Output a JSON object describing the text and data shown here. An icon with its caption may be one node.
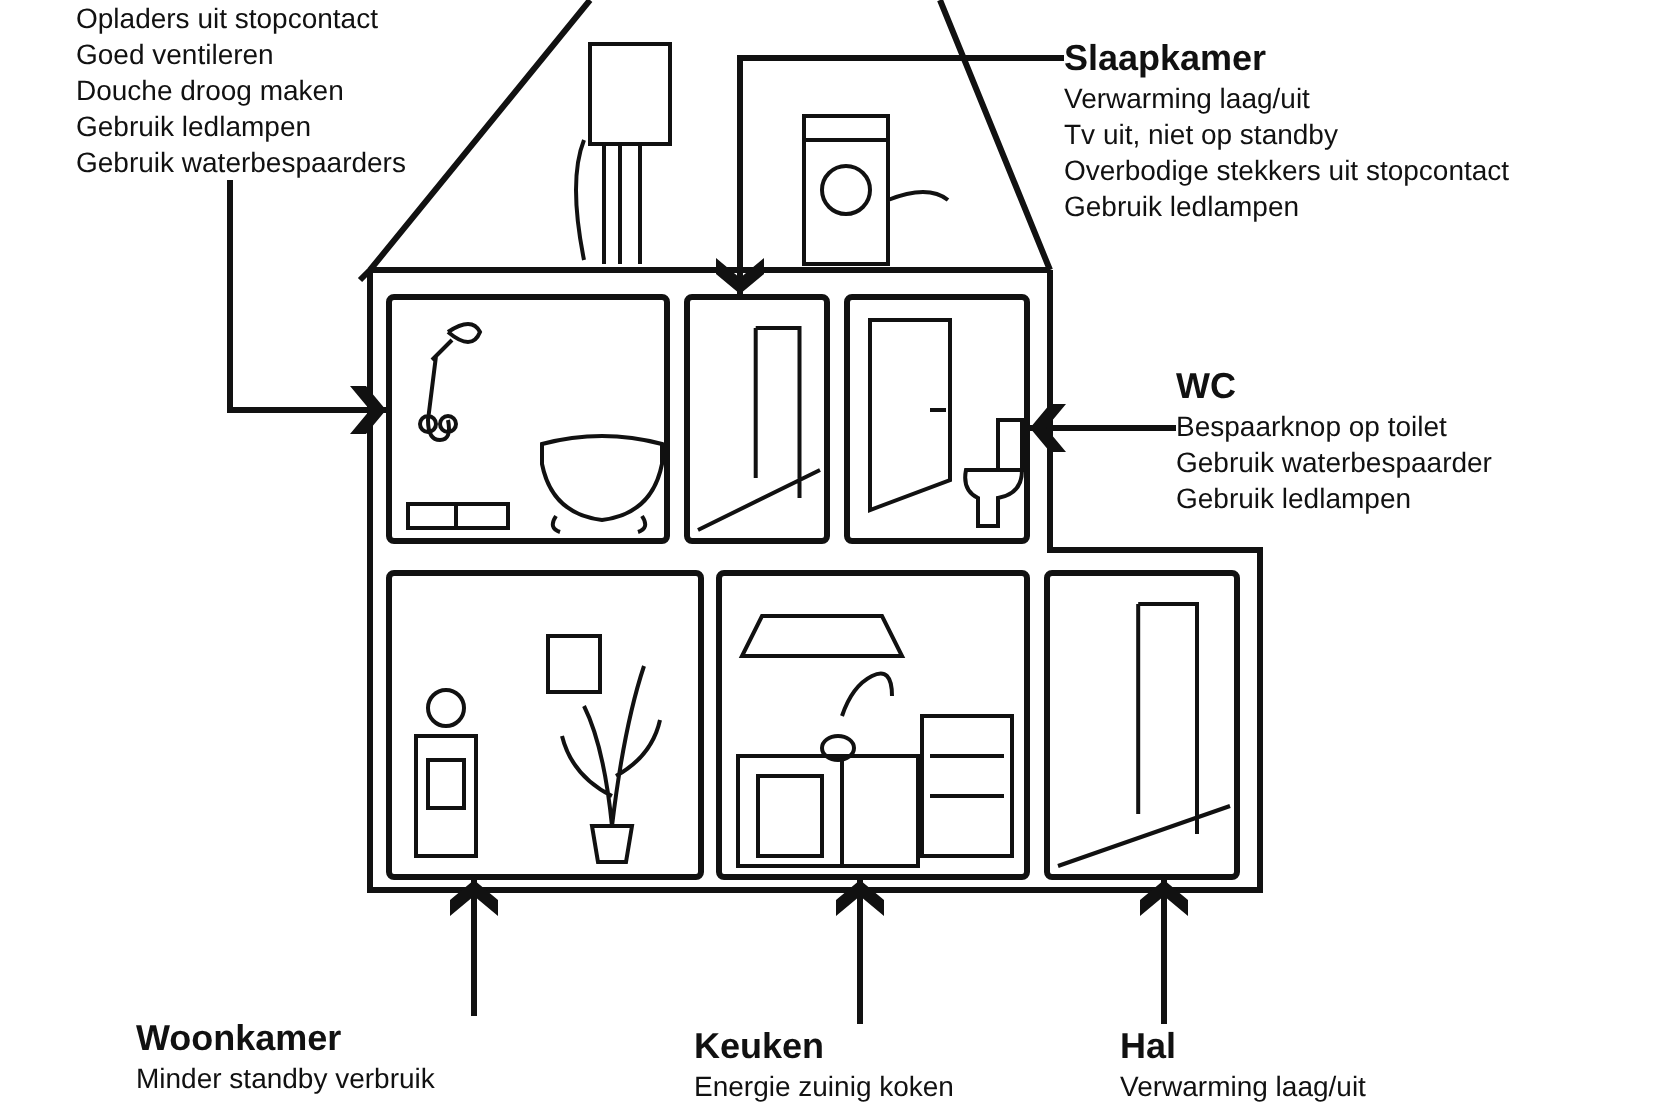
{
  "diagram": {
    "nodes": [
      {
        "text": [
          "Opladers uit stopcontact",
          "Goed ventileren",
          "Douche droog maken",
          "Gebruik ledlampen",
          "Gebruik waterbespaarders"
        ]
      },
      {
        "text": [
          "Slaapkamer",
          "Verwarming laag/uit",
          "Tv uit, niet op standby",
          "Overbodige stekkers uit stopcontact",
          "Gebruik ledlampen"
        ]
      },
      {
        "text": [
          "WC",
          "Bespaarknop op toilet",
          "Gebruik waterbespaarder",
          "Gebruik ledlampen"
        ]
      },
      {
        "text": [
          "Woonkamer",
          "Minder standby verbruik"
        ]
      },
      {
        "text": [
          "Keuken",
          "Energie zuinig koken"
        ]
      },
      {
        "text": [
          "Hal",
          "Verwarming laag/uit"
        ]
      },
      {
        "text": [],
        "shape": "picture"
      },
      {
        "text": [],
        "shape": "picture",
        "in": 6
      },
      {
        "text": [],
        "shape": "picture",
        "in": 6
      },
      {
        "text": [],
        "shape": "picture",
        "in": 6
      },
      {
        "text": [],
        "shape": "picture",
        "in": 6
      },
      {
        "text": [],
        "shape": "picture",
        "in": 6
      },
      {
        "text": [],
        "shape": "picture",
        "in": 6
      }
    ],
    "edges": [
      {
        "from": 0,
        "to": 7,
        "arrow": "to"
      },
      {
        "from": 1,
        "to": 8,
        "arrow": "to"
      },
      {
        "from": 2,
        "to": 9,
        "arrow": "to"
      },
      {
        "from": 3,
        "to": 10,
        "arrow": "to"
      },
      {
        "from": 4,
        "to": 11,
        "arrow": "to"
      },
      {
        "from": 5,
        "to": 12,
        "arrow": "to"
      }
    ]
  }
}
